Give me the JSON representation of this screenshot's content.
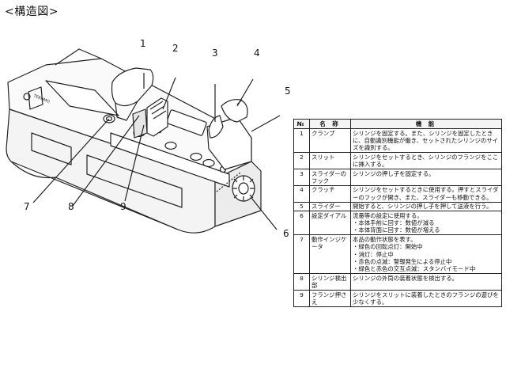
{
  "heading": "<構造図>",
  "callouts": {
    "c1": "1",
    "c2": "2",
    "c3": "3",
    "c4": "4",
    "c5": "5",
    "c6": "6",
    "c7": "7",
    "c8": "8",
    "c9": "9"
  },
  "device_brand": "TERUMO",
  "table": {
    "headers": {
      "no": "№",
      "name": "名 称",
      "function": "機 能"
    },
    "rows": [
      {
        "no": "1",
        "name": "クランプ",
        "function": [
          "シリンジを固定する。また、シリンジを固定したときに、自動識別機能が働き、セットされたシリンジのサイズを識別する。"
        ]
      },
      {
        "no": "2",
        "name": "スリット",
        "function": [
          "シリンジをセットするとき、シリンジのフランジをここに挿入する。"
        ]
      },
      {
        "no": "3",
        "name": "スライダーのフック",
        "function": [
          "シリンジの押し子を固定する。"
        ]
      },
      {
        "no": "4",
        "name": "クラッチ",
        "function": [
          "シリンジをセットするときに使用する。押すとスライダーのフックが開き、また、スライダーも移動できる。"
        ]
      },
      {
        "no": "5",
        "name": "スライダー",
        "function": [
          "開始すると、シリンジの押し子を押して送液を行う。"
        ]
      },
      {
        "no": "6",
        "name": "設定ダイアル",
        "function": [
          "流量等の設定に使用する。",
          "・本体手前に回す：数値が減る",
          "・本体背面に回す：数値が増える"
        ]
      },
      {
        "no": "7",
        "name": "動作インジケータ",
        "function": [
          "本品の動作状態を表す。",
          "・緑色の回転点灯：開始中",
          "・消灯：停止中",
          "・赤色の点滅：警報発生による停止中",
          "・緑色と赤色の交互点滅：スタンバイモード中"
        ]
      },
      {
        "no": "8",
        "name": "シリンジ検出部",
        "function": [
          "シリンジの外筒の装着状態を検出する。"
        ]
      },
      {
        "no": "9",
        "name": "フランジ押さえ",
        "function": [
          "シリンジをスリットに装着したときのフランジの遊びを少なくする。"
        ]
      }
    ]
  }
}
